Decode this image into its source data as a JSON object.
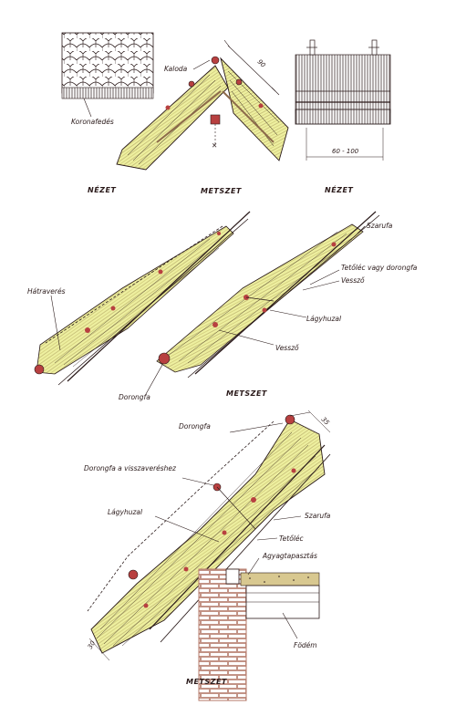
{
  "colors": {
    "straw": "#eef0a0",
    "straw_dark": "#b8a860",
    "ink": "#2a1a1a",
    "timber": "#8c6a4a",
    "brick": "#b47a6a",
    "pole": "#b84040",
    "mortar": "#d8c890"
  },
  "top": {
    "left": {
      "caption": "NÉZET",
      "label_koronafedes": "Koronafedés"
    },
    "middle": {
      "caption": "METSZET",
      "label_kaloda": "Kaloda",
      "dim_90": "90"
    },
    "right": {
      "caption": "NÉZET",
      "dim_60_100": "60 - 100"
    }
  },
  "middle": {
    "caption": "METSZET",
    "labels": {
      "hatraveres": "Hátraverés",
      "dorongfa": "Dorongfa",
      "szarufa": "Szarufa",
      "tetoleci": "Tetőléc vagy dorongfa",
      "veszo_1": "Vessző",
      "lagyhuzal": "Lágyhuzal",
      "veszo_2": "Vessző"
    }
  },
  "bottom": {
    "caption": "METSZET",
    "labels": {
      "dorongfa": "Dorongfa",
      "dorongfa_vissza": "Dorongfa a visszaveréshez",
      "lagyhuzal": "Lágyhuzal",
      "szarufa": "Szarufa",
      "tetolec": "Tetőléc",
      "agyagtapasztas": "Agyagtapasztás",
      "fodem": "Födém"
    },
    "dims": {
      "d35": "35",
      "d30": "30"
    }
  }
}
